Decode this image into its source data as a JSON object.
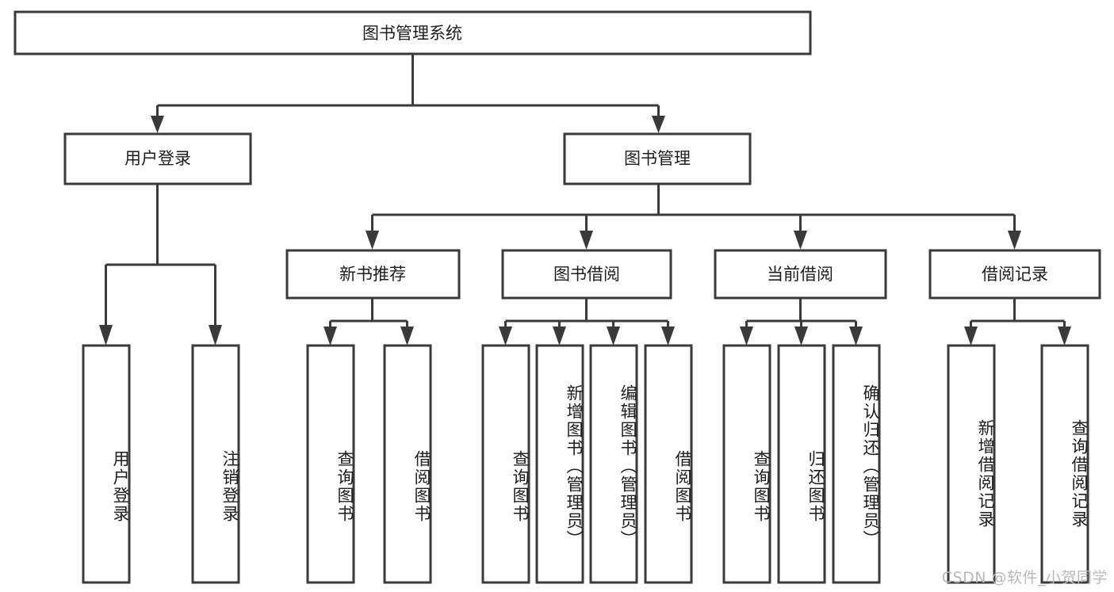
{
  "diagram": {
    "title": "图书管理系统",
    "type": "tree",
    "orientation": "top-down",
    "colors": {
      "box_stroke": "#3a3a3a",
      "box_fill": "#ffffff",
      "edge": "#3a3a3a",
      "text": "#1d1d1d",
      "watermark": "#b9b9b9",
      "background": "#ffffff"
    },
    "root": {
      "label": "图书管理系统",
      "id": "root"
    },
    "level2": [
      {
        "id": "user-login",
        "label": "用户登录"
      },
      {
        "id": "book-manage",
        "label": "图书管理"
      }
    ],
    "level3": [
      {
        "id": "new-book-recommend",
        "label": "新书推荐",
        "parent": "book-manage"
      },
      {
        "id": "book-borrow",
        "label": "图书借阅",
        "parent": "book-manage"
      },
      {
        "id": "current-borrow",
        "label": "当前借阅",
        "parent": "book-manage"
      },
      {
        "id": "borrow-record",
        "label": "借阅记录",
        "parent": "book-manage"
      }
    ],
    "leaves": [
      {
        "id": "leaf-user-login",
        "label": "用户登录",
        "parent": "user-login"
      },
      {
        "id": "leaf-logout-login",
        "label": "注销登录",
        "parent": "user-login"
      },
      {
        "id": "leaf-query-book-1",
        "label": "查询图书",
        "parent": "new-book-recommend"
      },
      {
        "id": "leaf-borrow-book-1",
        "label": "借阅图书",
        "parent": "new-book-recommend"
      },
      {
        "id": "leaf-query-book-2",
        "label": "查询图书",
        "parent": "book-borrow"
      },
      {
        "id": "leaf-add-book",
        "label": "新增图书（管理员）",
        "parent": "book-borrow"
      },
      {
        "id": "leaf-edit-book",
        "label": "编辑图书（管理员）",
        "parent": "book-borrow"
      },
      {
        "id": "leaf-borrow-book-2",
        "label": "借阅图书",
        "parent": "book-borrow"
      },
      {
        "id": "leaf-query-book-3",
        "label": "查询图书",
        "parent": "current-borrow"
      },
      {
        "id": "leaf-return-book",
        "label": "归还图书",
        "parent": "current-borrow"
      },
      {
        "id": "leaf-confirm-return",
        "label": "确认归还（管理员）",
        "parent": "current-borrow"
      },
      {
        "id": "leaf-add-record",
        "label": "新增借阅记录",
        "parent": "borrow-record"
      },
      {
        "id": "leaf-query-record",
        "label": "查询借阅记录",
        "parent": "borrow-record"
      }
    ],
    "watermark": "CSDN @软件_小贺同学"
  }
}
